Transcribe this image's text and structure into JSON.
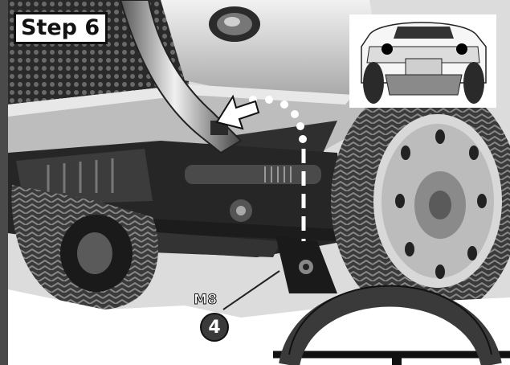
{
  "step": {
    "label": "Step 6"
  },
  "callout": {
    "bolt_size": "M8",
    "quantity": "4"
  }
}
